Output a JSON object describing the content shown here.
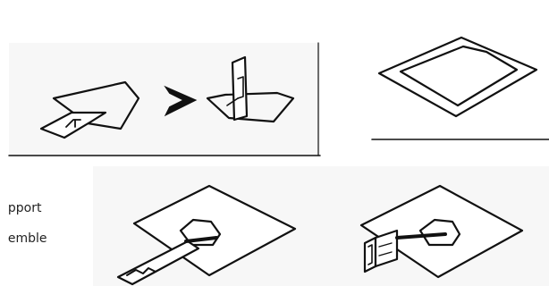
{
  "caption": {
    "line1": "pport",
    "line2": "emble"
  },
  "figures": [
    {
      "id": "fig-1",
      "subject": "tab slotted into flat base, then folded upright"
    },
    {
      "id": "fig-2",
      "subject": "flat base with inner outline"
    },
    {
      "id": "fig-3",
      "subject": "strip threaded through slot on plate"
    },
    {
      "id": "fig-4",
      "subject": "strip folded into upright support on plate"
    }
  ],
  "icons": {
    "arrow": "chevron-right-icon"
  }
}
